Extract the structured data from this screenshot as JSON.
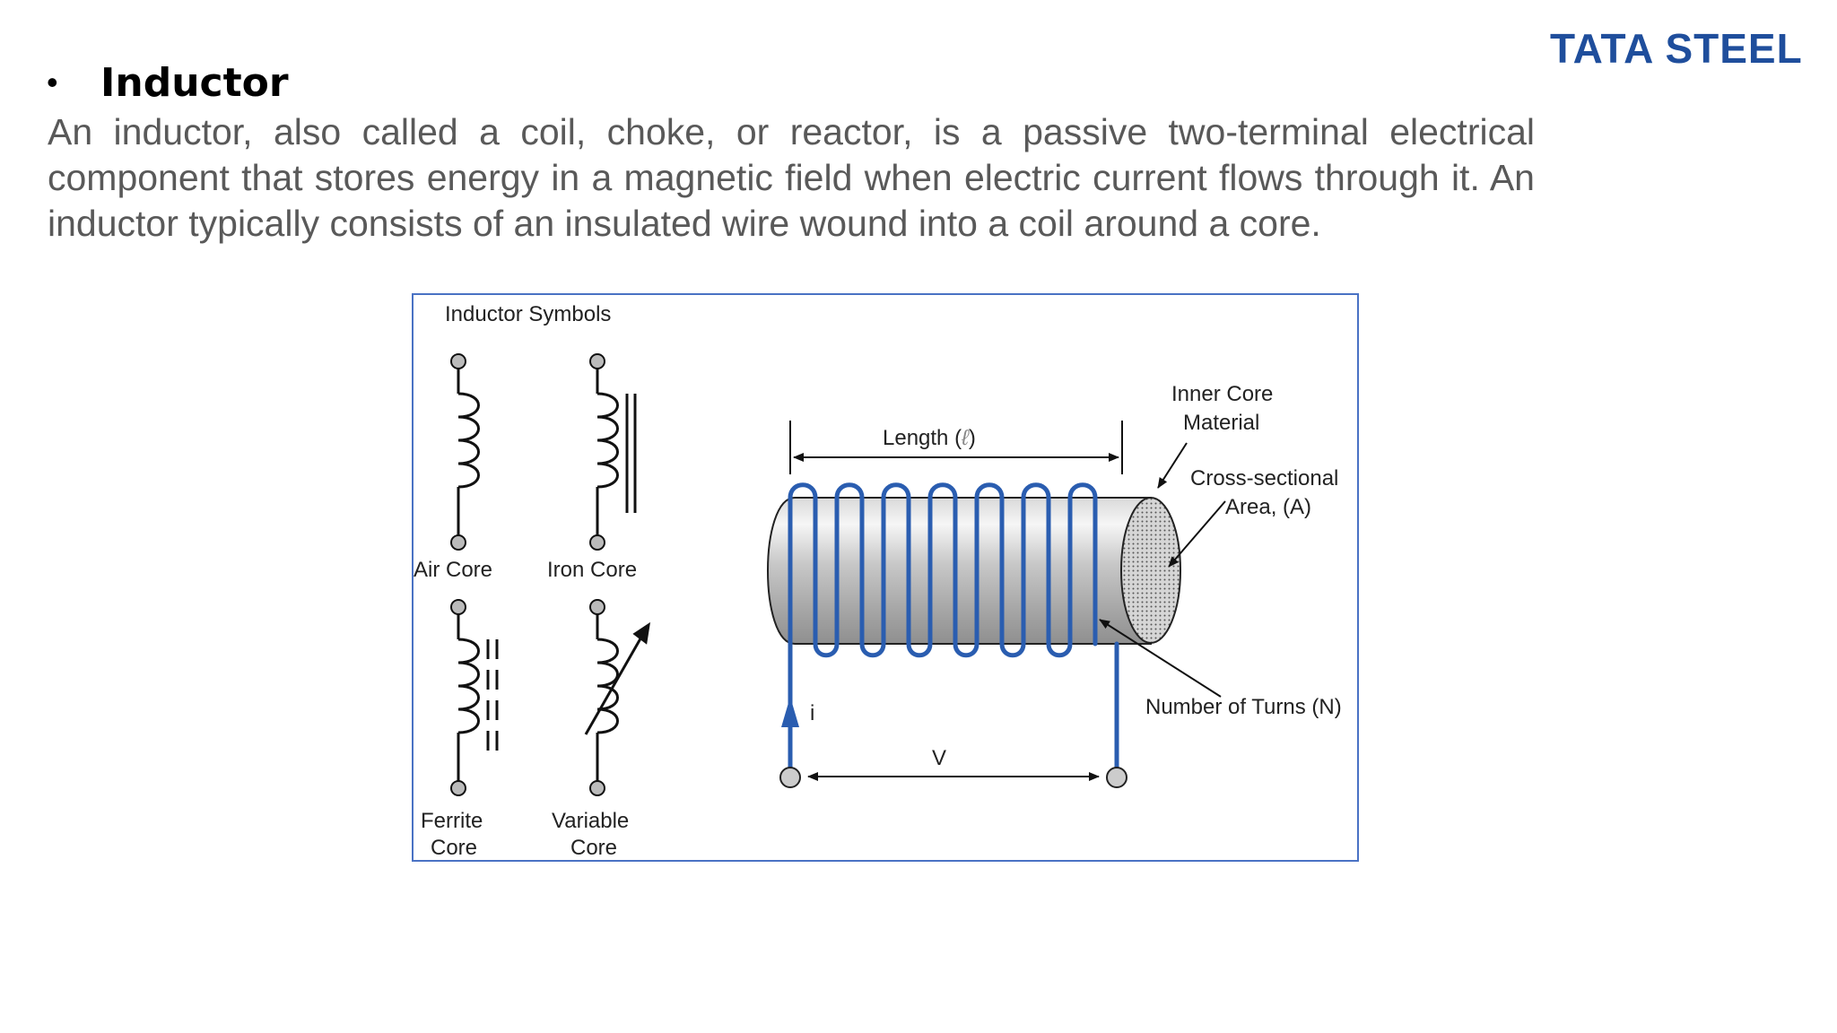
{
  "header": {
    "logo_text": "TATA STEEL",
    "brand_color": "#1f4e9c"
  },
  "section": {
    "bullet": "•",
    "title": "Inductor",
    "description": "An inductor, also called a coil, choke, or reactor, is a passive two-terminal electrical component that stores energy in a magnetic field when electric current flows through it. An inductor typically consists of an insulated wire wound into a coil around a core."
  },
  "figure": {
    "symbols_title": "Inductor Symbols",
    "symbols": {
      "air_core": "Air Core",
      "iron_core": "Iron Core",
      "ferrite_line1": "Ferrite",
      "ferrite_line2": "Core",
      "variable_line1": "Variable",
      "variable_line2": "Core"
    },
    "coil": {
      "length_label": "Length (",
      "length_symbol": "ℓ",
      "length_close": ")",
      "inner_core_line1": "Inner Core",
      "inner_core_line2": "Material",
      "cross_section_line1": "Cross-sectional",
      "cross_section_line2": "Area, (A)",
      "turns_label": "Number of Turns (N)",
      "current_label": "i",
      "voltage_label": "V"
    },
    "colors": {
      "wire": "#2a5db0",
      "border": "#4a72c4"
    }
  }
}
